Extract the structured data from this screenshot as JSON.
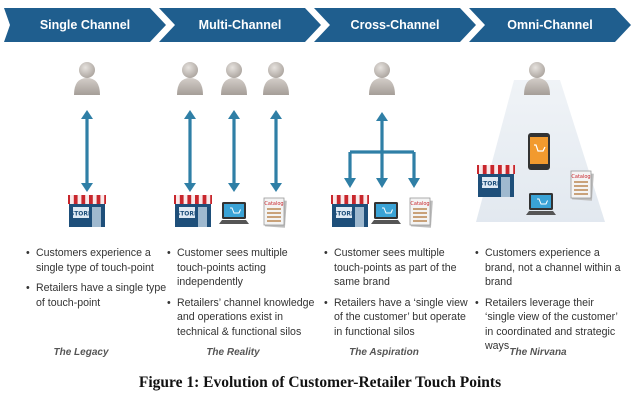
{
  "stages": [
    {
      "title": "Single Channel",
      "bullets": [
        "Customers experience a single type of touch-point",
        "Retailers have a single type of touch-point"
      ],
      "caption": "The Legacy"
    },
    {
      "title": "Multi-Channel",
      "bullets": [
        "Customer sees multiple touch-points acting independently",
        "Retailers’ channel knowledge and operations exist in technical & functional silos"
      ],
      "caption": "The Reality"
    },
    {
      "title": "Cross-Channel",
      "bullets": [
        "Customer sees multiple touch-points as part of the same brand",
        "Retailers have a ‘single view of the customer’ but  operate in functional silos"
      ],
      "caption": "The Aspiration"
    },
    {
      "title": "Omni-Channel",
      "bullets": [
        "Customers experience a brand, not a channel within a brand",
        "Retailers leverage their ‘single view of the customer’ in coordinated and strategic ways"
      ],
      "caption": "The Nirvana"
    }
  ],
  "icon_labels": {
    "store": "STORE",
    "catalog": "Catalog"
  },
  "figure_caption": "Figure 1: Evolution of Customer-Retailer Touch Points",
  "colors": {
    "header": "#1f5e8e",
    "arrow": "#2f7fa6",
    "awning_red": "#c8262c",
    "store_blue": "#1e4f7a",
    "person": "#c9c3bd",
    "phone_orange": "#f29a2e"
  }
}
